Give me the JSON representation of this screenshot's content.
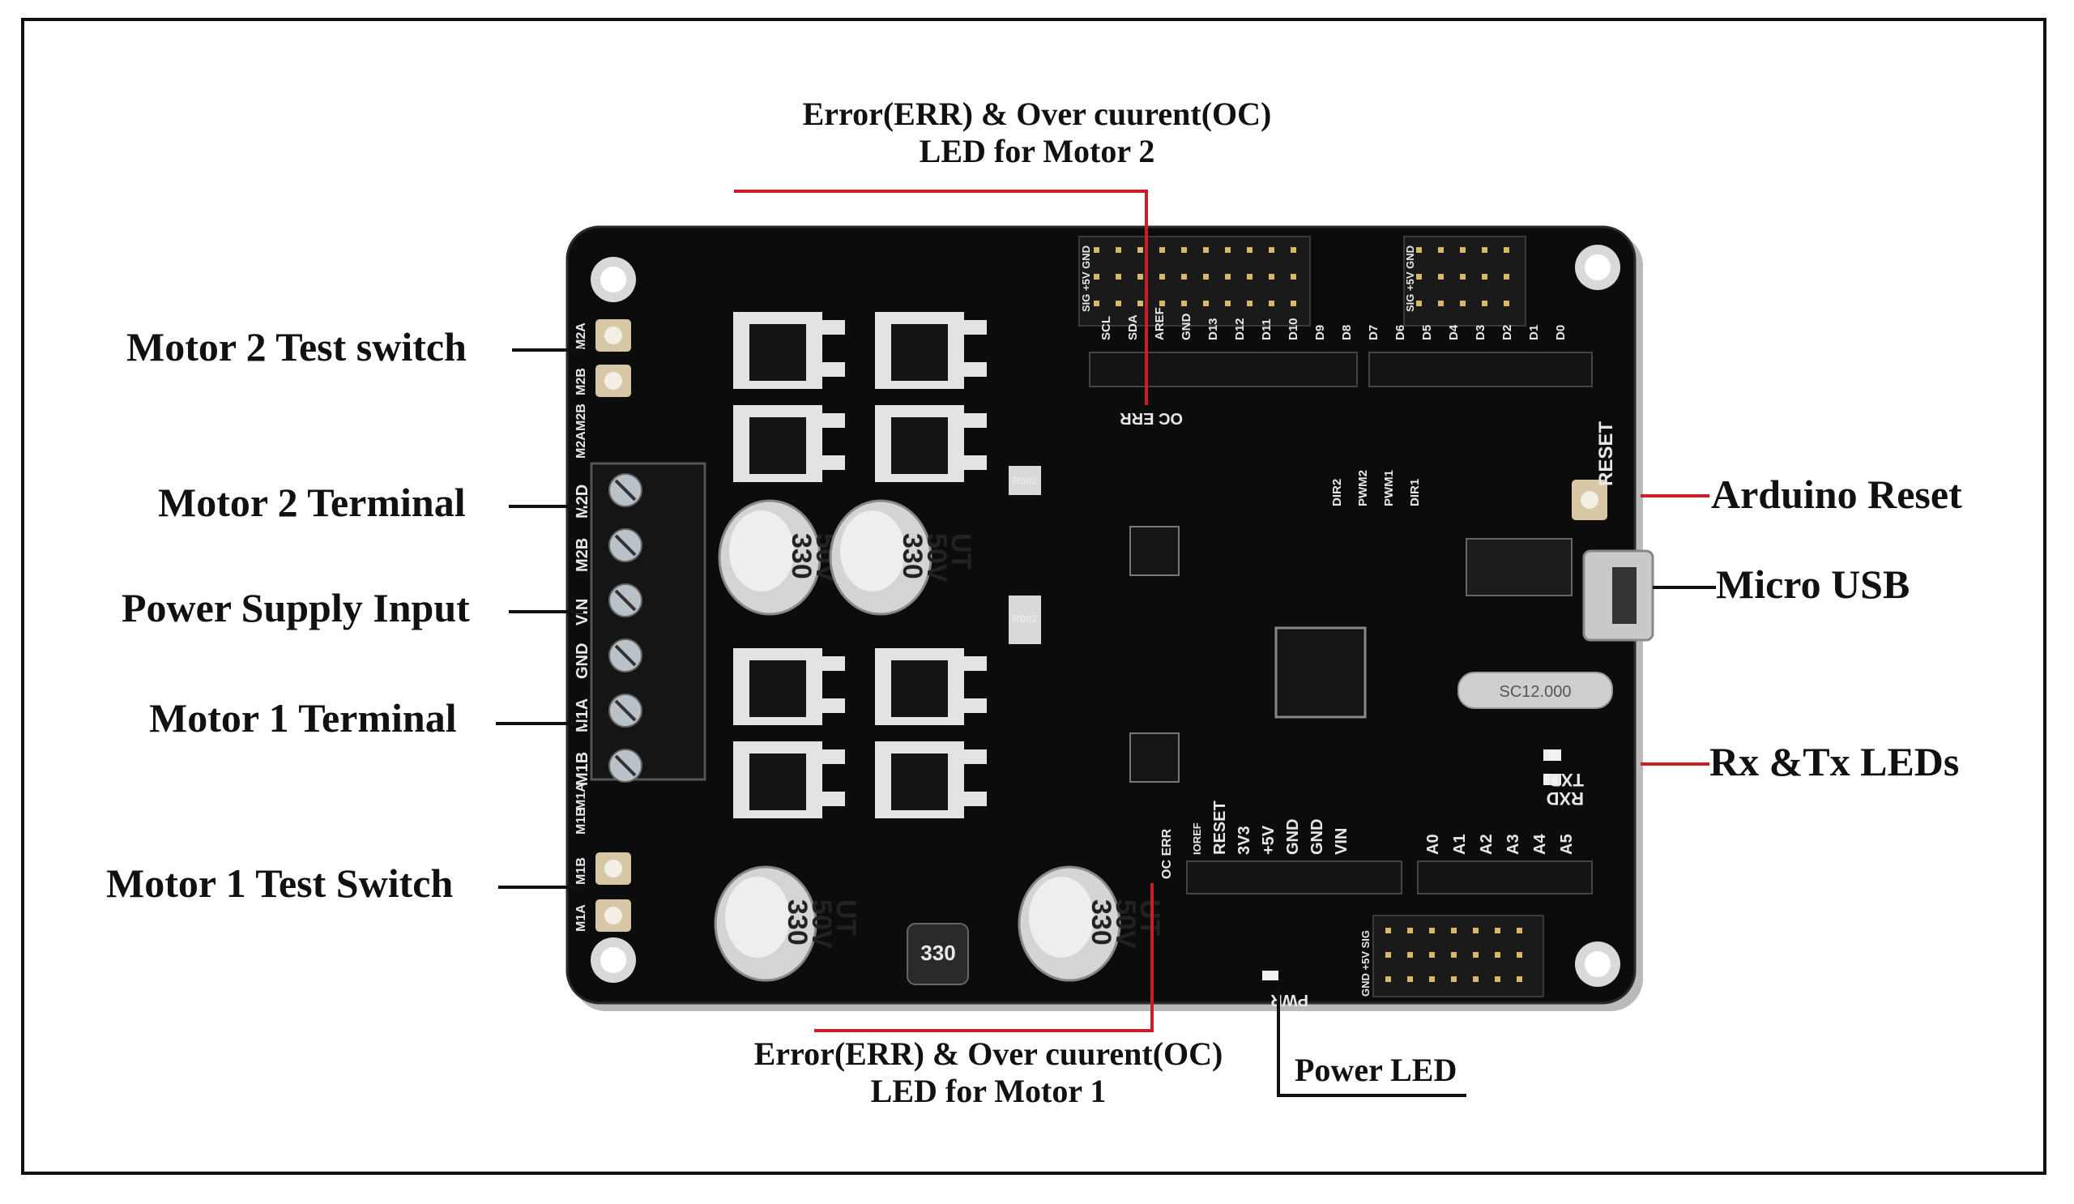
{
  "labels": {
    "motor2_test_switch": "Motor 2 Test switch",
    "motor2_terminal": "Motor 2 Terminal",
    "power_supply_input": "Power Supply Input",
    "motor1_terminal": "Motor 1 Terminal",
    "motor1_test_switch": "Motor 1 Test Switch",
    "arduino_reset": "Arduino Reset",
    "micro_usb": "Micro USB",
    "rx_tx_leds": "Rx &Tx LEDs",
    "power_led": "Power LED",
    "err_oc_motor2_line1": "Error(ERR) & Over cuurent(OC)",
    "err_oc_motor2_line2": "LED for Motor 2",
    "err_oc_motor1_line1": "Error(ERR) & Over cuurent(OC)",
    "err_oc_motor1_line2": "LED for Motor 1"
  },
  "silkscreen": {
    "top_header": [
      "SCL",
      "SDA",
      "AREF",
      "GND",
      "D13",
      "D12",
      "D11",
      "D10",
      "D9",
      "D8",
      "D7",
      "D6",
      "D5",
      "D4",
      "D3",
      "D2",
      "D1",
      "D0"
    ],
    "bottom_power": [
      "IOREF",
      "RESET",
      "3V3",
      "+5V",
      "GND",
      "GND",
      "VIN"
    ],
    "bottom_analog": [
      "A0",
      "A1",
      "A2",
      "A3",
      "A4",
      "A5"
    ],
    "terminal": [
      "M2D",
      "M2B",
      "VIN",
      "GND",
      "M1A",
      "M1B"
    ],
    "side_top": [
      "M2A",
      "M2B",
      "M2B",
      "M2A"
    ],
    "side_bottom": [
      "M1A",
      "M1B",
      "M1B",
      "M1A"
    ],
    "driver_pins": [
      "DIR2",
      "PWM2",
      "PWM1",
      "DIR1"
    ],
    "reset": "RESET",
    "txd": "TXD",
    "rxd": "RXD",
    "pwr": "PWR",
    "oc_err_top": "OC  ERR",
    "oc_err_bottom": "OC  ERR",
    "header_sig_top_left": "SIG +5V GND",
    "header_sig_top_right": "SIG +5V GND",
    "header_sig_bottom": "GND +5V SIG",
    "cap_value_line1": "330",
    "cap_value_line2": "50V",
    "cap_value_line3": "UT",
    "shunt": "R002",
    "inductor": "330",
    "crystal": "SC12.000"
  },
  "colors": {
    "board": "#0c0c0c",
    "callout_red": "#c81e28",
    "callout_black": "#111111"
  }
}
